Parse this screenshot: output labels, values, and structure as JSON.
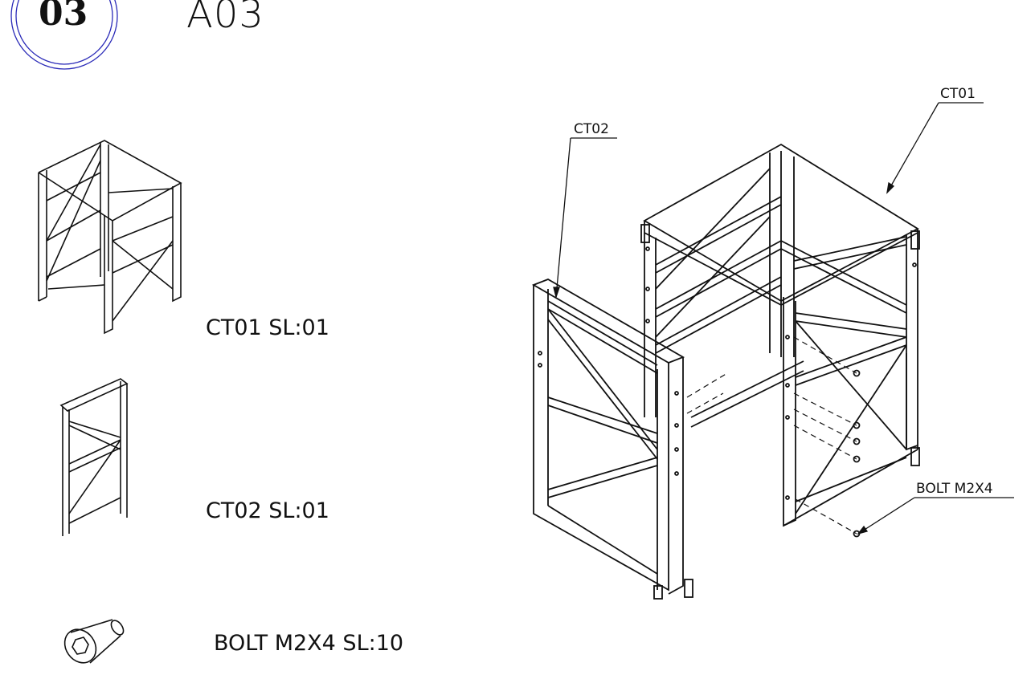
{
  "header": {
    "step_number": "03",
    "assembly_name": "A03",
    "badge_color": "#2b2bb8"
  },
  "parts_list": [
    {
      "label": "CT01 SL:01"
    },
    {
      "label": "CT02 SL:01"
    },
    {
      "label": "BOLT M2X4 SL:10"
    }
  ],
  "callouts": {
    "ct01": "CT01",
    "ct02": "CT02",
    "bolt": "BOLT M2X4"
  },
  "icons": [
    "ct01-frame-icon",
    "ct02-frame-icon",
    "bolt-icon",
    "assembly-drawing"
  ]
}
